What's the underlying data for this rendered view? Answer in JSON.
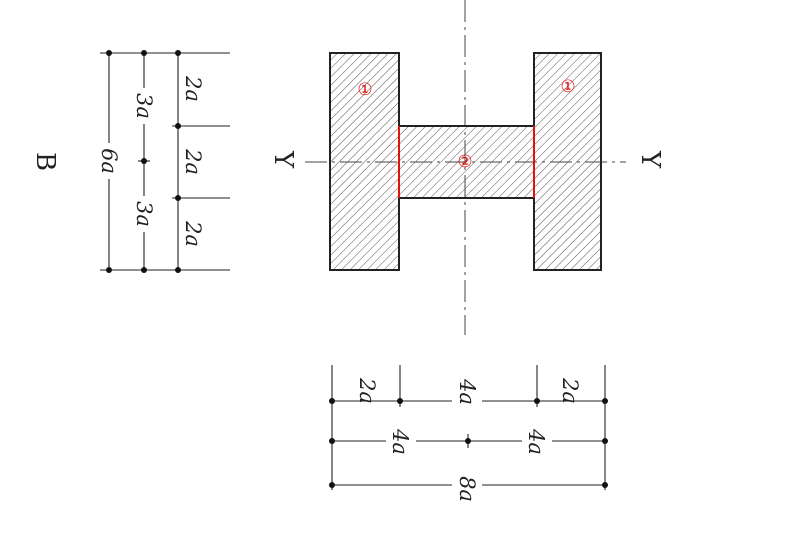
{
  "figure": {
    "label": "B",
    "axis_labels": {
      "left": "Y",
      "right": "Y"
    },
    "part_labels": {
      "flange_left": "①",
      "flange_right": "①",
      "web": "②"
    },
    "vertical_dimensions": {
      "outer": "6a",
      "middle_top": "3a",
      "middle_bottom": "3a",
      "inner_top": "2a",
      "inner_middle": "2a",
      "inner_bottom": "2a"
    },
    "horizontal_dimensions": {
      "row1_left": "2a",
      "row1_middle": "4a",
      "row1_right": "2a",
      "row2_left": "4a",
      "row2_right": "4a",
      "row3_total": "8a"
    },
    "colors": {
      "outline": "#222222",
      "hatch": "#555555",
      "highlight": "#e3120b"
    }
  }
}
